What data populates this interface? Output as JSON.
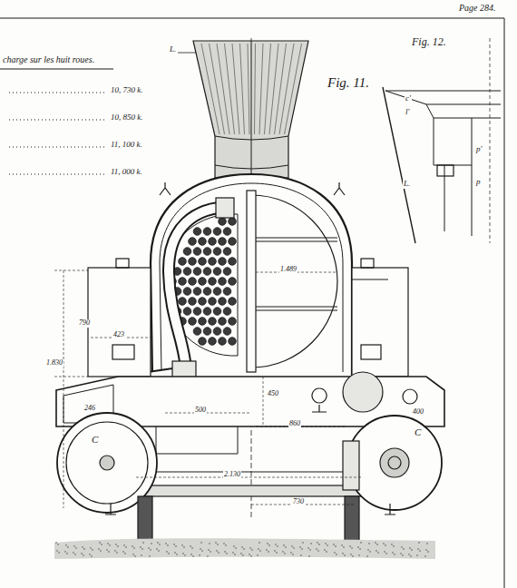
{
  "diagram": {
    "labels": [
      "Page 284.",
      "charge sur les huit roues.",
      "10, 730 k.",
      "10, 850 k.",
      "11, 100 k.",
      "11, 000 k.",
      "Fig. 11.",
      "Fig. 12.",
      "L.",
      "L.",
      "c'",
      "l'",
      "p'",
      "p",
      "1.489",
      "790",
      "423",
      "1.830",
      "246",
      "C",
      "C",
      "500",
      "860",
      "450",
      "2.130",
      "730",
      "400"
    ]
  }
}
